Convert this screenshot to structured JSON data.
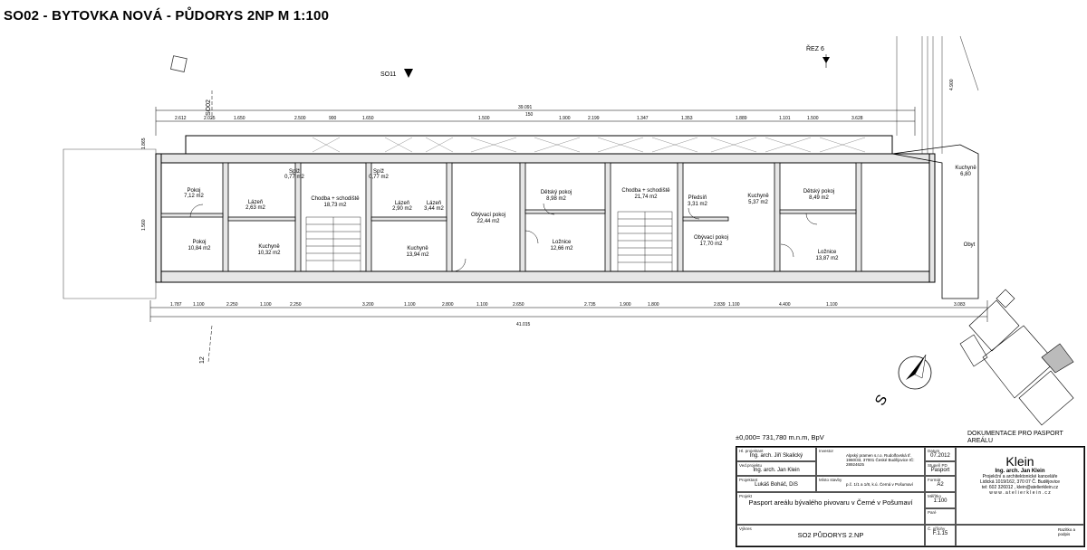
{
  "title": "SO02 - BYTOVKA NOVÁ - PŮDORYS 2NP M 1:100",
  "markers": {
    "so11": "SO11",
    "rez6": "ŘEZ 6",
    "so02_vertical": "SO02",
    "mark_12": "12",
    "north": "S"
  },
  "dimensions": {
    "top_total": "39.091",
    "top_total2": "150",
    "bottom_total": "41.015",
    "left_1": "1.865",
    "left_2": "1.560",
    "right_1": "4.900",
    "top_row": [
      "2.612",
      "2.025",
      "1.650",
      "2.500",
      "900",
      "1.650",
      "1.500",
      "1.900",
      "2.199",
      "1.347",
      "1.353",
      "1.889",
      "1.101",
      "1.500",
      "3.628"
    ],
    "bottom_row": [
      "1.787",
      "1.100",
      "2.250",
      "1.100",
      "2.250",
      "3.200",
      "1.100",
      "2.800",
      "1.100",
      "2.650",
      "2.735",
      "1.900",
      "1.800",
      "2.839",
      "1.100",
      "4.400",
      "1.100",
      "3.083"
    ]
  },
  "rooms": [
    {
      "name": "Pokoj",
      "area": "7,12 m2"
    },
    {
      "name": "Pokoj",
      "area": "10,84 m2"
    },
    {
      "name": "Lázeň",
      "area": "2,63 m2"
    },
    {
      "name": "Kuchyně",
      "area": "10,32 m2"
    },
    {
      "name": "Spíž",
      "area": "0,77 m2"
    },
    {
      "name": "Chodba + schodiště",
      "area": "18,73 m2"
    },
    {
      "name": "Spíž",
      "area": "0,77 m2"
    },
    {
      "name": "Lázeň",
      "area": "2,90 m2"
    },
    {
      "name": "Lázeň",
      "area": "3,44 m2"
    },
    {
      "name": "Kuchyně",
      "area": "13,94 m2"
    },
    {
      "name": "Obývací pokoj",
      "area": "22,44 m2"
    },
    {
      "name": "Dětský pokoj",
      "area": "8,98 m2"
    },
    {
      "name": "Ložnice",
      "area": "12,66 m2"
    },
    {
      "name": "Chodba + schodiště",
      "area": "21,74 m2"
    },
    {
      "name": "Předsíň",
      "area": "3,31 m2"
    },
    {
      "name": "Obývací pokoj",
      "area": "17,70 m2"
    },
    {
      "name": "Kuchyně",
      "area": "5,37 m2"
    },
    {
      "name": "Dětský pokoj",
      "area": "8,49 m2"
    },
    {
      "name": "Ložnice",
      "area": "13,87 m2"
    },
    {
      "name": "Kuchyně",
      "area": "6,80"
    },
    {
      "name": "Obyt",
      "area": ""
    }
  ],
  "elevation": "±0,000= 731,780 m.n.m, BpV",
  "doc_note": "DOKUMENTACE PRO PASPORT AREÁLU",
  "titleblock": {
    "hip_label": "Hl. projektant",
    "hip_value": "Ing. arch. Jiří Skalický",
    "ved_label": "Ved.projektu",
    "ved_value": "Ing. arch. Jan Klein",
    "proj_label": "Projektant",
    "proj_value": "Lukáš Boháč, DiS",
    "investor_label": "Investor",
    "investor_value": "Alpský pramen s.r.o. Rudolfovská tř. 1960/33, 37001 České Budějovice IČ: 28924625",
    "misto_label": "Místo stavby",
    "misto_value": "p.č. 1/1 a 1/8, k.ú. Černá v Pošumaví",
    "datum_label": "Datum",
    "datum_value": "07.2012",
    "stupen_label": "Stupeň PD",
    "stupen_value": "Pasport",
    "format_label": "Formát",
    "format_value": "A2",
    "meritko_label": "Měřítko",
    "meritko_value": "1:100",
    "pare_label": "Paré",
    "pare_value": "",
    "projekt_label": "Projekt",
    "projekt_value": "Pasport areálu bývalého pivovaru v Černé v Pošumaví",
    "vykres_label": "Výkres",
    "vykres_value": "SO2 PŮDORYS 2.NP",
    "cislo_label": "Č. přílohy",
    "cislo_value": "F.1.15",
    "razitko": "Razítko a podpis",
    "firm_name": "Klein",
    "firm_person": "Ing. arch. Jan Klein",
    "firm_desc": "Projekční a architektonické kanceláře",
    "firm_address": "Lidická 1019/162, 370 07 Č. Budějovice",
    "firm_contact": "tel: 602 326012 , klein@atelierklein.cz",
    "firm_web": "w w w . a t e l i e r k l e i n . c z"
  }
}
